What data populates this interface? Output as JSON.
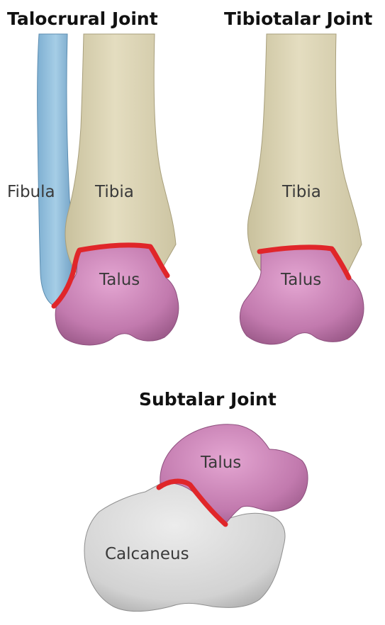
{
  "panels": {
    "talocrural": {
      "title": "Talocrural Joint",
      "labels": {
        "fibula": "Fibula",
        "tibia": "Tibia",
        "talus": "Talus"
      }
    },
    "tibiotalar": {
      "title": "Tibiotalar Joint",
      "labels": {
        "tibia": "Tibia",
        "talus": "Talus"
      }
    },
    "subtalar": {
      "title": "Subtalar Joint",
      "labels": {
        "talus": "Talus",
        "calcaneus": "Calcaneus"
      }
    }
  },
  "colors": {
    "tibia": "#ddd6b6",
    "fibula": "#8fbcd9",
    "talus": "#c97fb3",
    "calcaneus": "#d6d6d6",
    "joint_line": "#e0262a"
  }
}
